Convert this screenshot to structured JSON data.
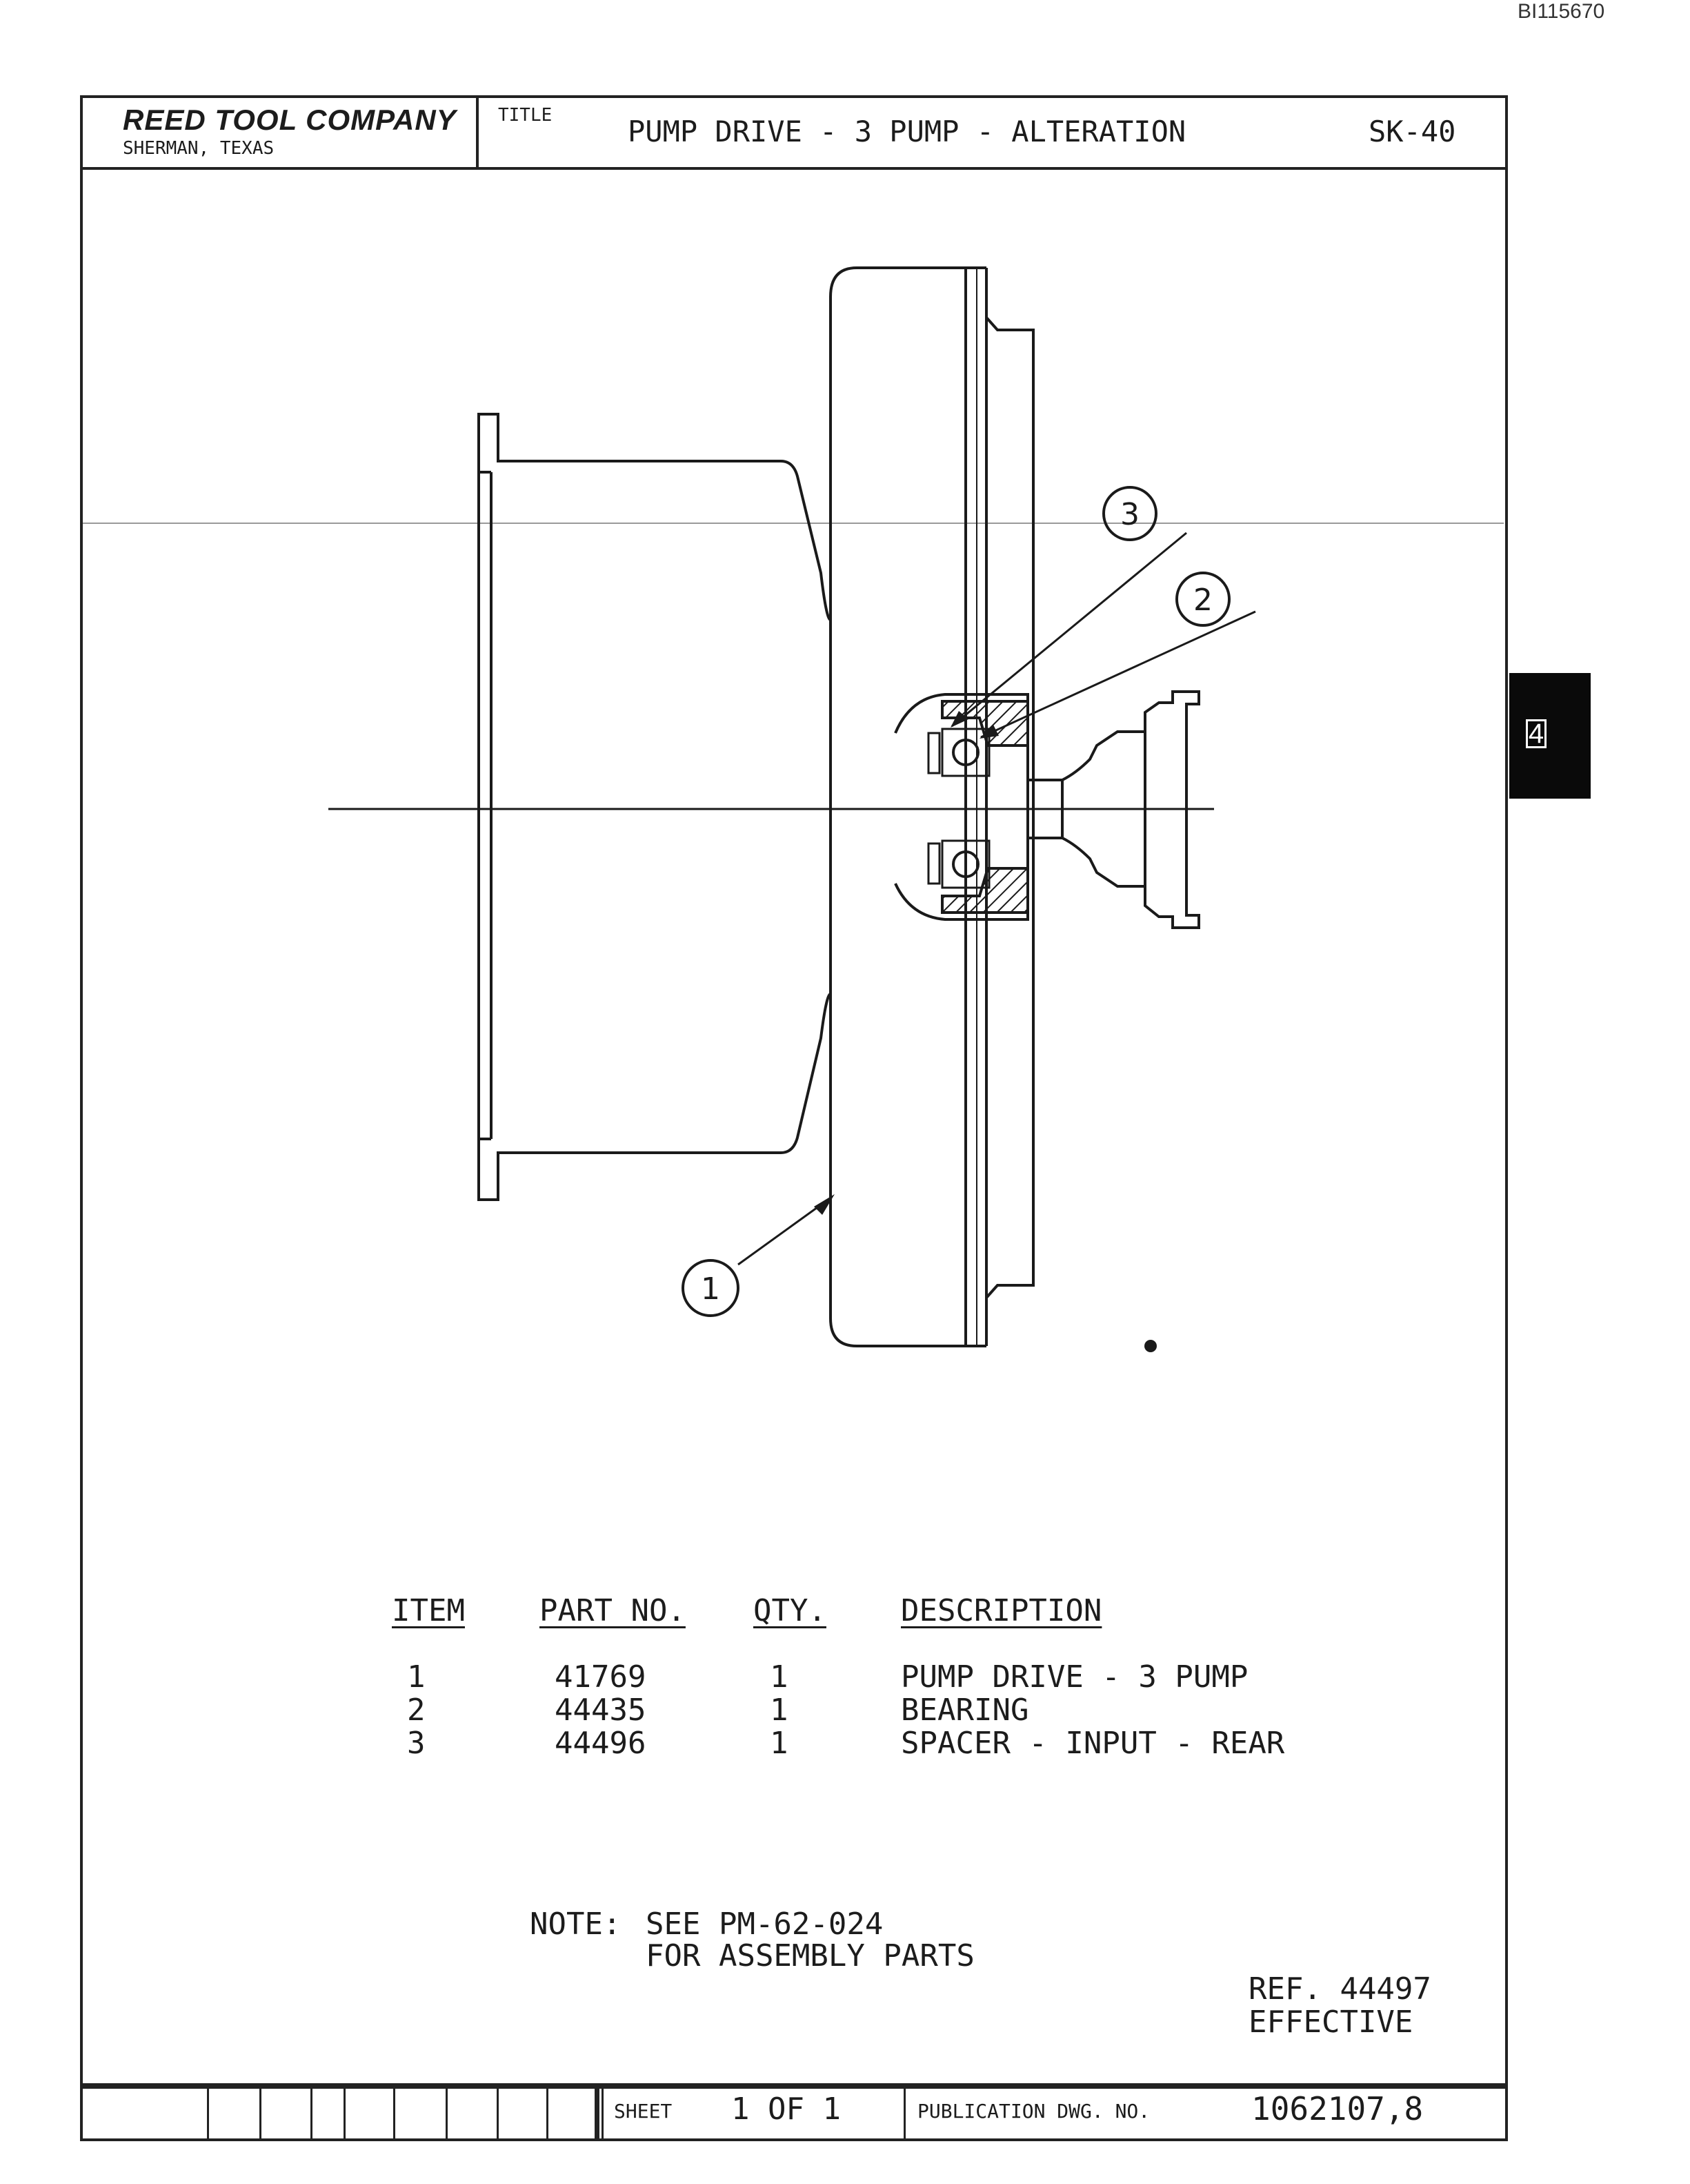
{
  "scan_id": "BI115670",
  "title_block": {
    "company_name": "REED TOOL COMPANY",
    "company_city": "SHERMAN, TEXAS",
    "title_label": "TITLE",
    "title": "PUMP DRIVE - 3 PUMP - ALTERATION",
    "sheet_id": "SK-40"
  },
  "callouts": [
    {
      "item": "1"
    },
    {
      "item": "2"
    },
    {
      "item": "3"
    }
  ],
  "parts_list": {
    "headers": {
      "item": "ITEM",
      "part_no": "PART NO.",
      "qty": "QTY.",
      "description": "DESCRIPTION"
    },
    "rows": [
      {
        "item": "1",
        "part_no": "41769",
        "qty": "1",
        "description": "PUMP DRIVE - 3 PUMP"
      },
      {
        "item": "2",
        "part_no": "44435",
        "qty": "1",
        "description": "BEARING"
      },
      {
        "item": "3",
        "part_no": "44496",
        "qty": "1",
        "description": "SPACER - INPUT - REAR"
      }
    ]
  },
  "note": {
    "label": "NOTE:",
    "line1": "SEE PM-62-024",
    "line2": "FOR ASSEMBLY PARTS"
  },
  "reference": {
    "ref": "REF. 44497",
    "effective": "EFFECTIVE"
  },
  "footer": {
    "sheet_label": "SHEET",
    "sheet_value": "1 OF 1",
    "pub_label": "PUBLICATION DWG. NO.",
    "pub_number": "1062107,8"
  },
  "section_tab": "4"
}
